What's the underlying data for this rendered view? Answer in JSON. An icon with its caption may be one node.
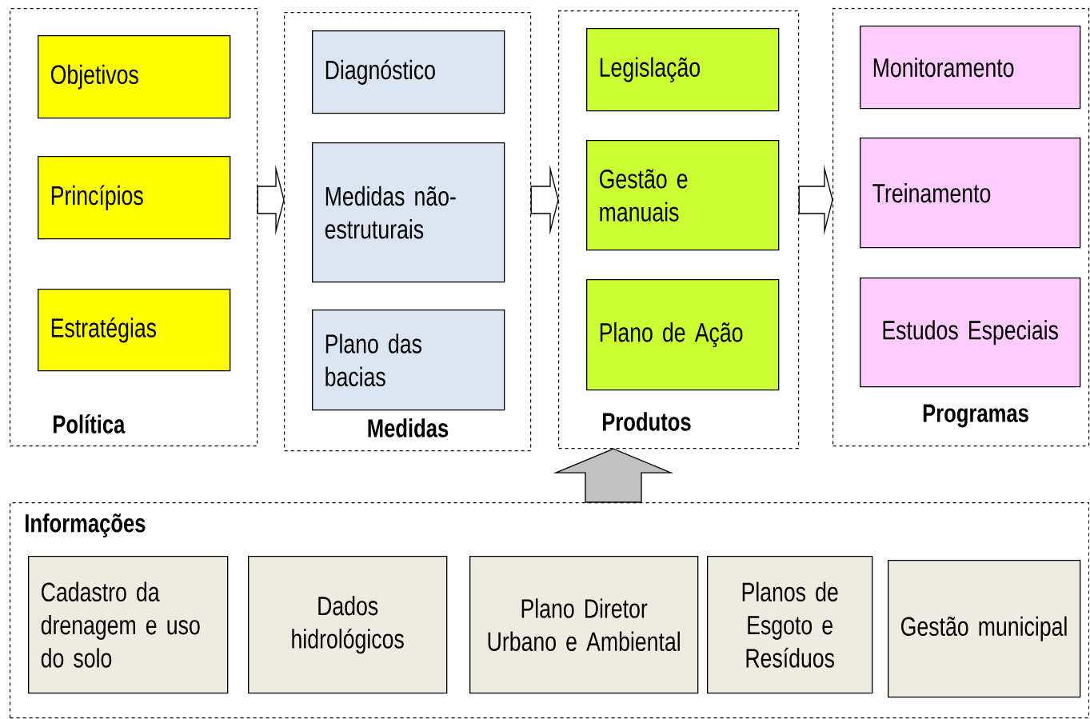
{
  "diagram": {
    "nodes": [
      {
        "text": [
          "Política"
        ]
      },
      {
        "text": [
          "Objetivos"
        ],
        "in": 0
      },
      {
        "text": [
          "Princípios"
        ],
        "in": 0
      },
      {
        "text": [
          "Estratégias"
        ],
        "in": 0
      },
      {
        "text": [
          "Medidas"
        ]
      },
      {
        "text": [
          "Diagnóstico"
        ],
        "in": 4
      },
      {
        "text": [
          "Medidas não-estruturais"
        ],
        "in": 4
      },
      {
        "text": [
          "Plano das bacias"
        ],
        "in": 4
      },
      {
        "text": [
          "Produtos"
        ]
      },
      {
        "text": [
          "Legislação"
        ],
        "in": 8
      },
      {
        "text": [
          "Gestão e manuais"
        ],
        "in": 8
      },
      {
        "text": [
          "Plano de Ação"
        ],
        "in": 8
      },
      {
        "text": [
          "Programas"
        ]
      },
      {
        "text": [
          "Monitoramento"
        ],
        "in": 12
      },
      {
        "text": [
          "Treinamento"
        ],
        "in": 12
      },
      {
        "text": [
          "Estudos Especiais"
        ],
        "in": 12
      },
      {
        "text": [
          "Informações"
        ]
      },
      {
        "text": [
          "Cadastro da drenagem e uso do solo"
        ],
        "in": 16
      },
      {
        "text": [
          "Dados hidrológicos"
        ],
        "in": 16
      },
      {
        "text": [
          "Plano Diretor Urbano e Ambiental"
        ],
        "in": 16
      },
      {
        "text": [
          "Planos de Esgoto e Resíduos"
        ],
        "in": 16
      },
      {
        "text": [
          "Gestão municipal"
        ],
        "in": 16
      }
    ],
    "edges": [
      {
        "from": 0,
        "to": 4,
        "arrow": "to"
      },
      {
        "from": 4,
        "to": 8,
        "arrow": "to"
      },
      {
        "from": 8,
        "to": 12,
        "arrow": "to"
      },
      {
        "from": 16,
        "to": 8,
        "arrow": "to",
        "color": "#c0c0c0"
      }
    ]
  }
}
